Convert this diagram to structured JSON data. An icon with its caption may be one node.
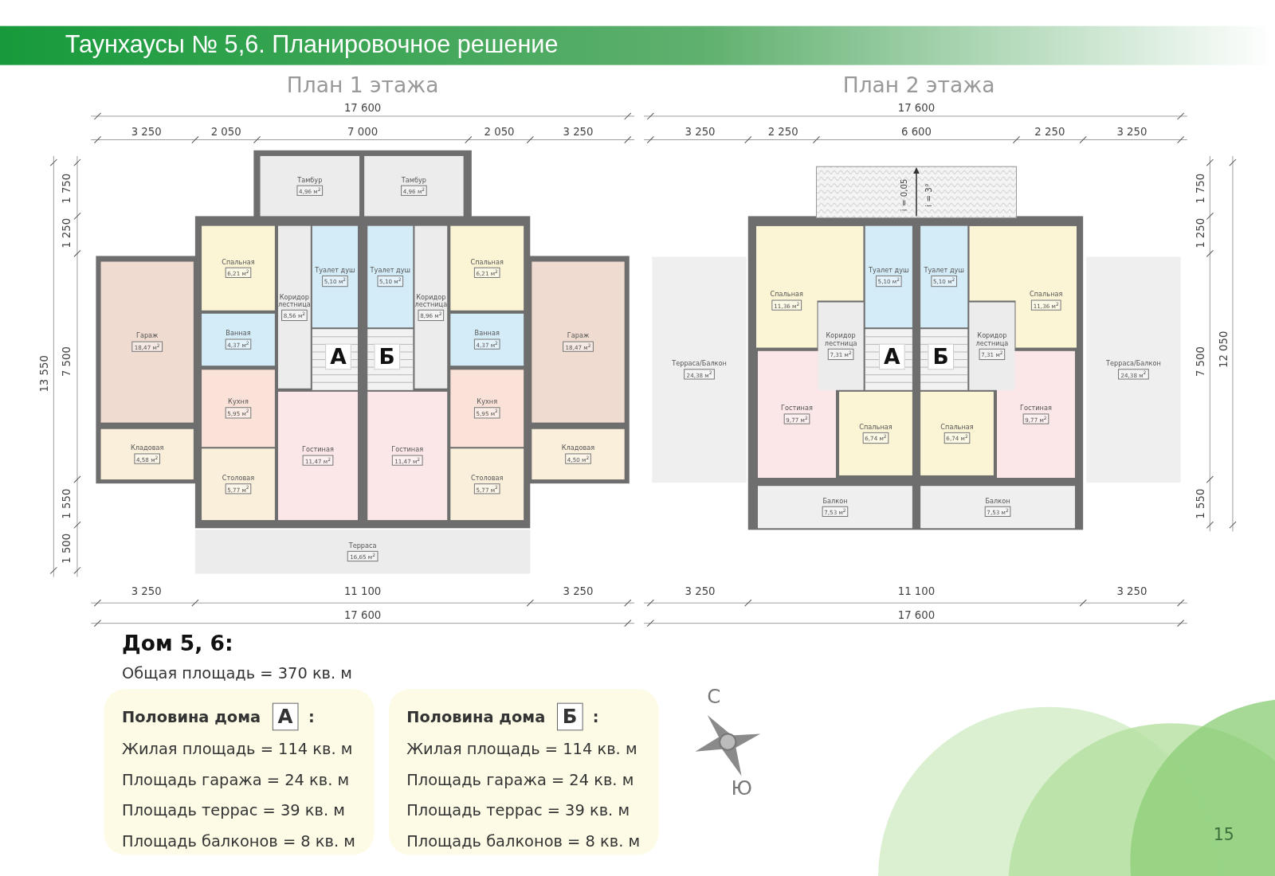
{
  "diagram": {
    "title": "Таунхаусы № 5,6. Планировочное решение",
    "nodes": [
      {
        "text": [
          "Тамбур",
          "4,96 м$^{2}$"
        ]
      },
      {
        "text": [
          "Тамбур",
          "4,96 м$^{2}$"
        ]
      },
      {
        "text": [
          "Спальная",
          "6,21 м$^{2}$"
        ]
      },
      {
        "text": [
          "Коридор лестница",
          "8,56 м$^{2}$"
        ]
      },
      {
        "text": [
          "Туалет душ",
          "5,10 м$^{2}$"
        ]
      },
      {
        "text": [
          "Туалет душ",
          "5,10 м$^{2}$"
        ]
      },
      {
        "text": [
          "Коридор лестница",
          "8,96 м$^{2}$"
        ]
      },
      {
        "text": [
          "Спальная",
          "6,21 м$^{2}$"
        ]
      },
      {
        "text": [
          "Гараж",
          "18,47 м$^{2}$"
        ]
      },
      {
        "text": [
          "Ванная",
          "4,37 м$^{2}$"
        ]
      },
      {
        "text": [
          "Ванная",
          "4,37 м$^{2}$"
        ]
      },
      {
        "text": [
          "Гараж",
          "18,47 м$^{2}$"
        ]
      },
      {
        "text": [
          "Кухня",
          "5,95 м$^{2}$"
        ]
      },
      {
        "text": [
          "Гостиная",
          "11,47 м$^{2}$"
        ]
      },
      {
        "text": [
          "Гостиная",
          "11,47 м$^{2}$"
        ]
      },
      {
        "text": [
          "Кухня",
          "5,95 м$^{2}$"
        ]
      },
      {
        "text": [
          "Кладовая",
          "4,58 м$^{2}$"
        ]
      },
      {
        "text": [
          "Столовая",
          "5,77 м$^{2}$"
        ]
      },
      {
        "text": [
          "Столовая",
          "5,77 м$^{2}$"
        ]
      },
      {
        "text": [
          "Кладовая",
          "4,50 м$^{2}$"
        ]
      },
      {
        "text": [
          "Терраса",
          "16,65 м$^{2}$"
        ]
      },
      {
        "text": [
          "Спальная",
          "11,36 м$^{2}$"
        ]
      },
      {
        "text": [
          "Туалет душ",
          "5,10 м$^{2}$"
        ]
      },
      {
        "text": [
          "Туалет душ",
          "5,10 м$^{2}$"
        ]
      },
      {
        "text": [
          "Спальная",
          "11,36 м$^{2}$"
        ]
      },
      {
        "text": [
          "Терраса/Балкон",
          "24,38 м$^{2}$"
        ]
      },
      {
        "text": [
          "Коридор лестница",
          "7,31 м$^{2}$"
        ]
      },
      {
        "text": [
          "Коридор лестница",
          "7,31 м$^{2}$"
        ]
      },
      {
        "text": [
          "Терраса/Балкон",
          "24,38 м$^{2}$"
        ]
      },
      {
        "text": [
          "Гостиная",
          "9,77 м$^{2}$"
        ]
      },
      {
        "text": [
          "Гостиная",
          "9,77 м$^{2}$"
        ]
      },
      {
        "text": [
          "Спальная",
          "6,74 м$^{2}$"
        ]
      },
      {
        "text": [
          "Спальная",
          "6,74 м$^{2}$"
        ]
      },
      {
        "text": [
          "Балкон",
          "7,53 м$^{2}$"
        ]
      },
      {
        "text": [
          "Балкон",
          "7,53 м$^{2}$"
        ]
      },
      {
        "text": [
          "Половина дома",
          ":",
          "Жилая площадь = 114 кв. м",
          "Площадь гаража = 24 кв. м",
          "Площадь террас = 39 кв. м",
          "Площадь балконов = 8 кв. м"
        ]
      },
      {
        "text": [
          "А"
        ],
        "in": 35
      },
      {
        "text": [
          "Половина дома",
          ":",
          "Жилая площадь = 114 кв. м",
          "Площадь гаража = 24 кв. м",
          "Площадь террас = 39 кв. м",
          "Площадь балконов = 8 кв. м"
        ]
      },
      {
        "text": [
          "Б"
        ],
        "in": 37
      }
    ],
    "edges": [],
    "labels": [
      "План 1 этажа",
      "17 600",
      "3 250",
      "2 050",
      "7 000",
      "2 050",
      "3 250",
      "1 750",
      "1 250",
      "7 500",
      "1 550",
      "1 500",
      "13 550",
      "А",
      "Б",
      "3 250",
      "11 100",
      "3 250",
      "17 600",
      "План 2 этажа",
      "17 600",
      "3 250",
      "2 250",
      "6 600",
      "2 250",
      "3 250",
      "i = 0,05",
      "i = 3°",
      "1 750",
      "1 250",
      "7 500",
      "1 550",
      "12 050",
      "А",
      "Б",
      "3 250",
      "11 100",
      "3 250",
      "17 600",
      "Дом 5, 6:",
      "Общая площадь = 370 кв. м",
      "С",
      "Ю",
      "15"
    ]
  }
}
